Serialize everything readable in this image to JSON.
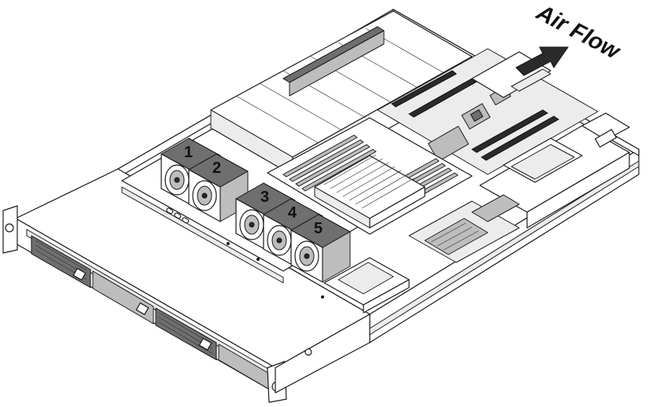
{
  "airflow": {
    "label": "Air Flow"
  },
  "fans": [
    {
      "number": "1"
    },
    {
      "number": "2"
    },
    {
      "number": "3"
    },
    {
      "number": "4"
    },
    {
      "number": "5"
    }
  ]
}
